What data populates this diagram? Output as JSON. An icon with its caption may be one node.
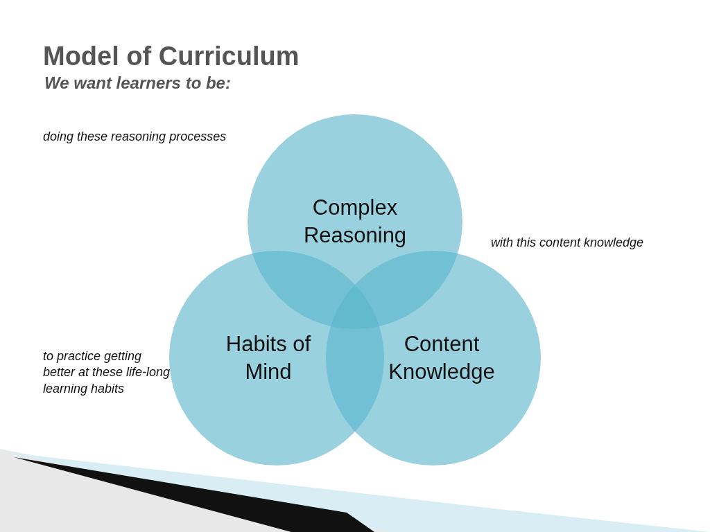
{
  "diagram": {
    "title": "Model of Curriculum",
    "nodes": [
      {
        "text": [
          "Complex Reasoning"
        ],
        "beside": [
          "doing these reasoning processes"
        ]
      },
      {
        "text": [
          "Habits of Mind"
        ],
        "beside": [
          "to practice getting better at these life-long learning habits"
        ]
      },
      {
        "text": [
          "Content Knowledge"
        ],
        "beside": [
          "with this content knowledge"
        ]
      }
    ],
    "labels": [
      "We want learners to be:"
    ]
  }
}
